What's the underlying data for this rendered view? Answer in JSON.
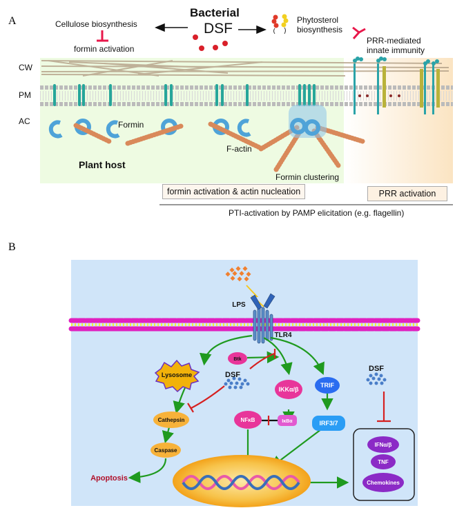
{
  "panel_a": {
    "letter": "A",
    "bacterial": "Bacterial",
    "dsf": "DSF",
    "cellulose": "Cellulose biosynthesis",
    "formin_activation": "formin activation",
    "phytosterol_line1": "Phytosterol",
    "phytosterol_line2": "biosynthesis",
    "prr_line1": "PRR-mediated",
    "prr_line2": "innate immunity",
    "layers": {
      "cw": "CW",
      "pm": "PM",
      "ac": "AC"
    },
    "formin": "Formin",
    "f_actin": "F-actin",
    "plant_host": "Plant host",
    "formin_clustering": "Formin clustering",
    "box_formin": "formin activation & actin nucleation",
    "box_prr": "PRR activation",
    "pti": "PTI-activation by PAMP elicitation (e.g. flagellin)",
    "colors": {
      "host_bg": "#eefbe2",
      "prr_bg": "#fbe9cf",
      "inhibit": "#e8174a",
      "dsf_dot": "#d9202a",
      "formin_protein": "#4fa3d8",
      "actin": "#d9895a",
      "membrane_protein": "#26a69a"
    }
  },
  "panel_b": {
    "letter": "B",
    "lps": "LPS",
    "tlr4": "TLR4",
    "btk": "Btk",
    "lysosome": "Lysosome",
    "dsf_left": "DSF",
    "dsf_right": "DSF",
    "ikk": "IKKα/β",
    "trif": "TRIF",
    "cathepsin": "Cathepsin",
    "nfkb": "NFκB",
    "ikba": "IκBα",
    "irf": "IRF3/7",
    "caspase": "Caspase",
    "apoptosis": "Apoptosis",
    "cytokines": [
      "IFNα/β",
      "TNF",
      "Chemokines"
    ],
    "colors": {
      "bg": "#d0e5f9",
      "activate": "#1f9a1f",
      "inhibit": "#d62020",
      "membrane_head": "#e020c0",
      "apoptosis": "#b0102a",
      "nucleus": "#f3a21a"
    }
  }
}
